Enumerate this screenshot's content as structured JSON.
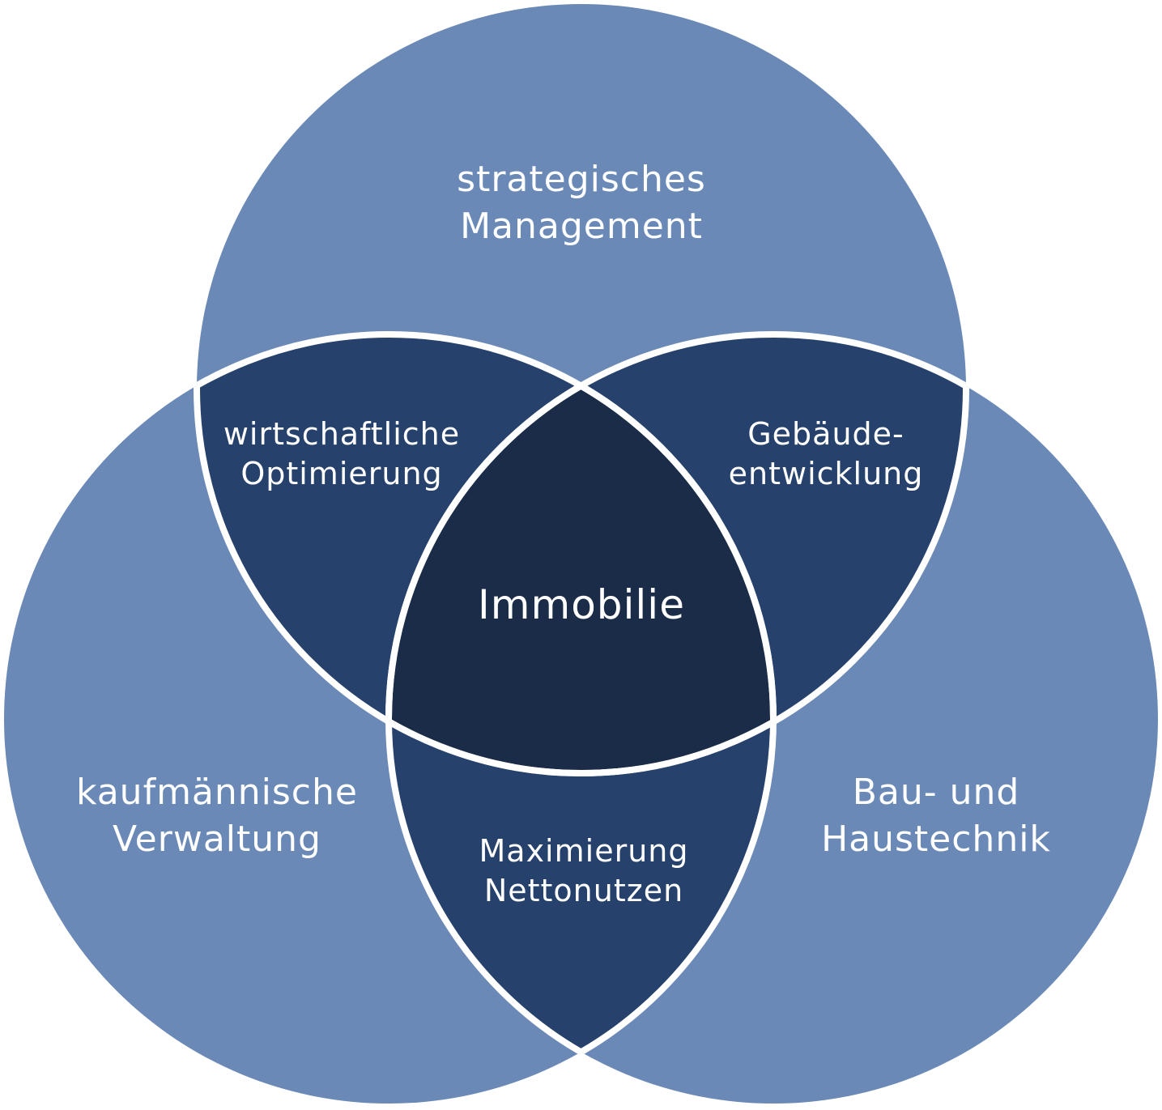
{
  "colors": {
    "background": "#ffffff",
    "single_region": "#6a89b7",
    "pair_region": "#25416c",
    "center_region": "#1b2c48",
    "outline": "#ffffff",
    "text": "#ffffff"
  },
  "sets": {
    "top": {
      "line1": "strategisches",
      "line2": "Management"
    },
    "left": {
      "line1": "kaufmännische",
      "line2": "Verwaltung"
    },
    "right": {
      "line1": "Bau- und",
      "line2": "Haustechnik"
    }
  },
  "intersections": {
    "top_left": {
      "line1": "wirtschaftliche",
      "line2": "Optimierung"
    },
    "top_right": {
      "line1": "Gebäude-",
      "line2": "entwicklung"
    },
    "left_right": {
      "line1": "Maximierung",
      "line2": "Nettonutzen"
    }
  },
  "center": {
    "label": "Immobilie"
  }
}
